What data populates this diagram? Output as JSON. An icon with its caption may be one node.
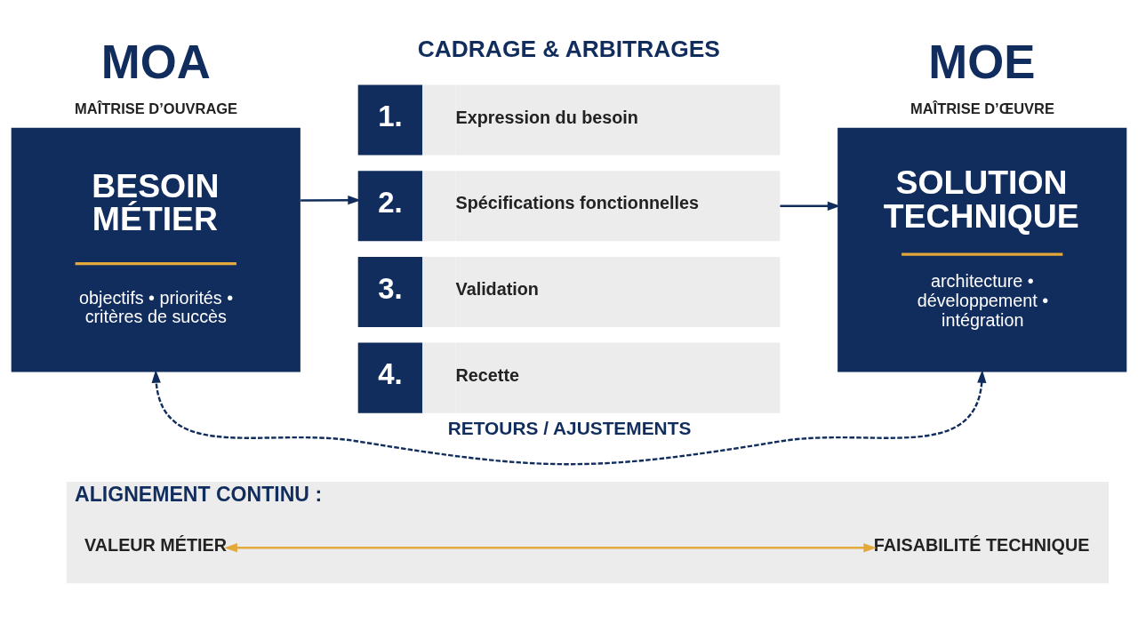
{
  "diagram": {
    "nodes": [
      {
        "text": [
          "MOA",
          "MAÎTRISE D’OUVRAGE",
          "BESOIN MÉTIER",
          "objectifs • priorités • critères de succès"
        ]
      },
      {
        "text": [
          "1.",
          "Expression du besoin"
        ]
      },
      {
        "text": [
          "2.",
          "Spécifications fonctionnelles"
        ]
      },
      {
        "text": [
          "3.",
          "Validation"
        ]
      },
      {
        "text": [
          "4.",
          "Recette"
        ]
      },
      {
        "text": [
          "MOE",
          "MAÎTRISE D’ŒUVRE",
          "SOLUTION TECHNIQUE",
          "architecture • développement • intégration"
        ]
      },
      {
        "text": [
          "ALIGNEMENT CONTINU :"
        ]
      },
      {
        "text": [
          "VALEUR MÉTIER"
        ],
        "in": 6
      },
      {
        "text": [
          "FAISABILITÉ TECHNIQUE"
        ],
        "in": 6
      }
    ],
    "edges": [
      {
        "from": 0,
        "to": 2,
        "arrow": "to"
      },
      {
        "from": 2,
        "to": 5,
        "arrow": "to"
      },
      {
        "from": 5,
        "to": 0,
        "arrow": "both",
        "label": "RETOURS / AJUSTEMENTS",
        "style": "dashed"
      },
      {
        "from": 7,
        "to": 8,
        "arrow": "both",
        "color": "#e3a93b"
      }
    ],
    "labels": [
      "CADRAGE & ARBITRAGES"
    ]
  }
}
